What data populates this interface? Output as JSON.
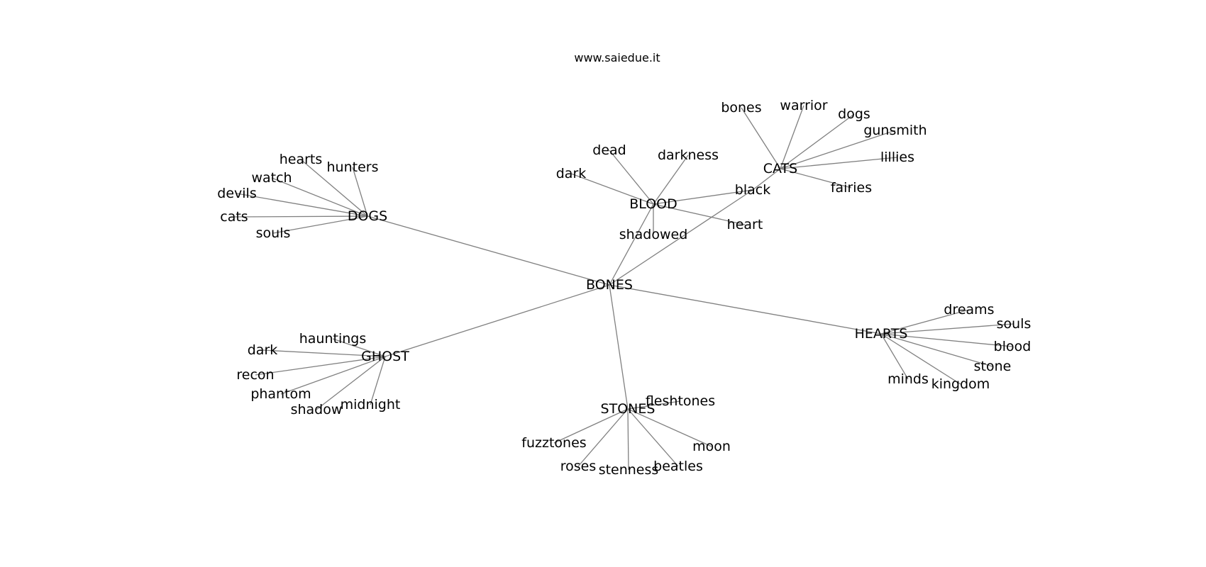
{
  "title": "www.saiedue.it",
  "graph": {
    "nodes": [
      {
        "id": "BONES",
        "label": "BONES",
        "hub": true
      },
      {
        "id": "DOGS",
        "label": "DOGS",
        "hub": true
      },
      {
        "id": "BLOOD",
        "label": "BLOOD",
        "hub": true
      },
      {
        "id": "CATS",
        "label": "CATS",
        "hub": true
      },
      {
        "id": "HEARTS",
        "label": "HEARTS",
        "hub": true
      },
      {
        "id": "GHOST",
        "label": "GHOST",
        "hub": true
      },
      {
        "id": "STONES",
        "label": "STONES",
        "hub": true
      },
      {
        "id": "black",
        "label": "black"
      },
      {
        "id": "shadowed",
        "label": "shadowed"
      },
      {
        "id": "heart",
        "label": "heart"
      },
      {
        "id": "dark_blood",
        "label": "dark"
      },
      {
        "id": "dead",
        "label": "dead"
      },
      {
        "id": "darkness",
        "label": "darkness"
      },
      {
        "id": "bones_cats",
        "label": "bones"
      },
      {
        "id": "warrior",
        "label": "warrior"
      },
      {
        "id": "dogs_cats",
        "label": "dogs"
      },
      {
        "id": "gunsmith",
        "label": "gunsmith"
      },
      {
        "id": "lillies",
        "label": "lillies"
      },
      {
        "id": "fairies",
        "label": "fairies"
      },
      {
        "id": "hearts_dogs",
        "label": "hearts"
      },
      {
        "id": "hunters",
        "label": "hunters"
      },
      {
        "id": "watch",
        "label": "watch"
      },
      {
        "id": "devils",
        "label": "devils"
      },
      {
        "id": "cats_dogs",
        "label": "cats"
      },
      {
        "id": "souls_dogs",
        "label": "souls"
      },
      {
        "id": "dreams",
        "label": "dreams"
      },
      {
        "id": "souls_hearts",
        "label": "souls"
      },
      {
        "id": "blood_hearts",
        "label": "blood"
      },
      {
        "id": "stone",
        "label": "stone"
      },
      {
        "id": "kingdom",
        "label": "kingdom"
      },
      {
        "id": "minds",
        "label": "minds"
      },
      {
        "id": "hauntings",
        "label": "hauntings"
      },
      {
        "id": "dark_ghost",
        "label": "dark"
      },
      {
        "id": "recon",
        "label": "recon"
      },
      {
        "id": "phantom",
        "label": "phantom"
      },
      {
        "id": "shadow",
        "label": "shadow"
      },
      {
        "id": "midnight",
        "label": "midnight"
      },
      {
        "id": "fleshtones",
        "label": "fleshtones"
      },
      {
        "id": "fuzztones",
        "label": "fuzztones"
      },
      {
        "id": "roses",
        "label": "roses"
      },
      {
        "id": "stenness",
        "label": "stenness"
      },
      {
        "id": "beatles",
        "label": "beatles"
      },
      {
        "id": "moon",
        "label": "moon"
      }
    ],
    "edges": [
      [
        "BONES",
        "DOGS"
      ],
      [
        "BONES",
        "BLOOD"
      ],
      [
        "BONES",
        "black"
      ],
      [
        "BONES",
        "HEARTS"
      ],
      [
        "BONES",
        "GHOST"
      ],
      [
        "BONES",
        "STONES"
      ],
      [
        "black",
        "CATS"
      ],
      [
        "BLOOD",
        "black"
      ],
      [
        "BLOOD",
        "shadowed"
      ],
      [
        "BLOOD",
        "heart"
      ],
      [
        "BLOOD",
        "dark_blood"
      ],
      [
        "BLOOD",
        "dead"
      ],
      [
        "BLOOD",
        "darkness"
      ],
      [
        "CATS",
        "bones_cats"
      ],
      [
        "CATS",
        "warrior"
      ],
      [
        "CATS",
        "dogs_cats"
      ],
      [
        "CATS",
        "gunsmith"
      ],
      [
        "CATS",
        "lillies"
      ],
      [
        "CATS",
        "fairies"
      ],
      [
        "DOGS",
        "hearts_dogs"
      ],
      [
        "DOGS",
        "hunters"
      ],
      [
        "DOGS",
        "watch"
      ],
      [
        "DOGS",
        "devils"
      ],
      [
        "DOGS",
        "cats_dogs"
      ],
      [
        "DOGS",
        "souls_dogs"
      ],
      [
        "HEARTS",
        "dreams"
      ],
      [
        "HEARTS",
        "souls_hearts"
      ],
      [
        "HEARTS",
        "blood_hearts"
      ],
      [
        "HEARTS",
        "stone"
      ],
      [
        "HEARTS",
        "kingdom"
      ],
      [
        "HEARTS",
        "minds"
      ],
      [
        "GHOST",
        "hauntings"
      ],
      [
        "GHOST",
        "dark_ghost"
      ],
      [
        "GHOST",
        "recon"
      ],
      [
        "GHOST",
        "phantom"
      ],
      [
        "GHOST",
        "shadow"
      ],
      [
        "GHOST",
        "midnight"
      ],
      [
        "STONES",
        "fleshtones"
      ],
      [
        "STONES",
        "fuzztones"
      ],
      [
        "STONES",
        "roses"
      ],
      [
        "STONES",
        "stenness"
      ],
      [
        "STONES",
        "beatles"
      ],
      [
        "STONES",
        "moon"
      ]
    ]
  }
}
